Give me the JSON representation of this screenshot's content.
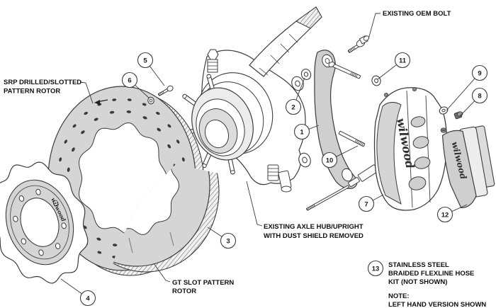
{
  "diagram": {
    "background": "#ffffff",
    "line_color": "#3c3c3c",
    "part_fill": "#d5d5d5",
    "brand_marking": "wilwood",
    "callouts": [
      {
        "n": "1"
      },
      {
        "n": "2"
      },
      {
        "n": "3"
      },
      {
        "n": "4"
      },
      {
        "n": "5"
      },
      {
        "n": "6"
      },
      {
        "n": "7"
      },
      {
        "n": "8"
      },
      {
        "n": "9"
      },
      {
        "n": "10"
      },
      {
        "n": "11"
      },
      {
        "n": "12"
      },
      {
        "n": "13"
      }
    ],
    "labels": {
      "srp_rotor": [
        "SRP DRILLED/SLOTTED",
        "PATTERN ROTOR"
      ],
      "oem_bolt": [
        "EXISTING OEM BOLT"
      ],
      "axle_hub": [
        "EXISTING AXLE HUB/UPRIGHT",
        "WITH DUST SHIELD REMOVED"
      ],
      "gt_rotor": [
        "GT SLOT PATTERN",
        "ROTOR"
      ],
      "flexline": [
        "STAINLESS STEEL",
        "BRAIDED FLEXLINE HOSE",
        "KIT (NOT SHOWN)"
      ],
      "note": [
        "NOTE:",
        "LEFT HAND VERSION SHOWN"
      ]
    }
  }
}
